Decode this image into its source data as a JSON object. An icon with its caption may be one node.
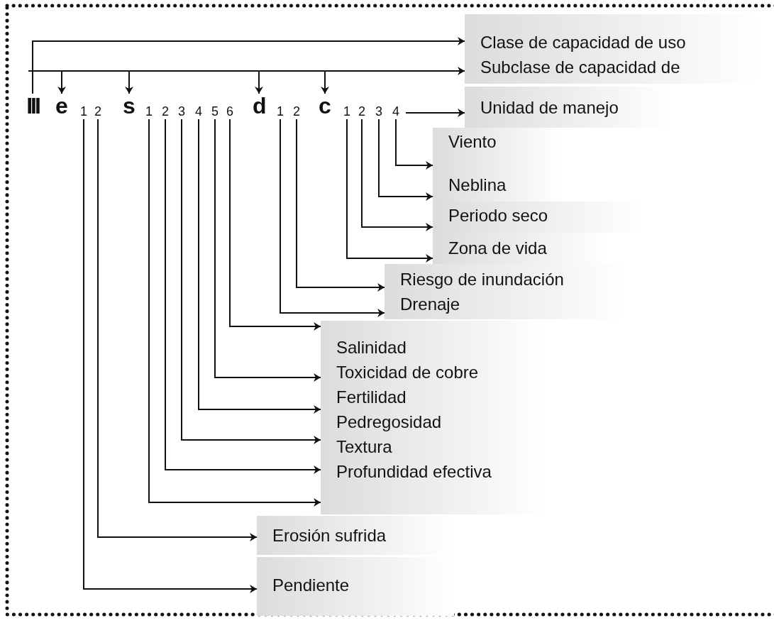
{
  "diagram": {
    "nodes": [
      {
        "text": [
          "Clase de capacidad de uso",
          "Subclase de capacidad de"
        ]
      },
      {
        "text": [
          "III"
        ]
      },
      {
        "text": [
          "e"
        ]
      },
      {
        "text": [
          "1"
        ]
      },
      {
        "text": [
          "2"
        ]
      },
      {
        "text": [
          "s"
        ]
      },
      {
        "text": [
          "1"
        ]
      },
      {
        "text": [
          "2"
        ]
      },
      {
        "text": [
          "3"
        ]
      },
      {
        "text": [
          "4"
        ]
      },
      {
        "text": [
          "5"
        ]
      },
      {
        "text": [
          "6"
        ]
      },
      {
        "text": [
          "d"
        ]
      },
      {
        "text": [
          "1"
        ]
      },
      {
        "text": [
          "2"
        ]
      },
      {
        "text": [
          "c"
        ]
      },
      {
        "text": [
          "1"
        ]
      },
      {
        "text": [
          "2"
        ]
      },
      {
        "text": [
          "3"
        ]
      },
      {
        "text": [
          "4"
        ]
      },
      {
        "text": [
          "Unidad de manejo"
        ]
      },
      {
        "text": [
          "Viento"
        ]
      },
      {
        "text": [
          "Neblina"
        ]
      },
      {
        "text": [
          "Periodo seco"
        ]
      },
      {
        "text": [
          "Zona de vida"
        ]
      },
      {
        "text": [
          "Riesgo de inundación",
          "Drenaje"
        ]
      },
      {
        "text": [
          "Salinidad",
          "Toxicidad de cobre",
          "Fertilidad",
          "Pedregosidad",
          "Textura",
          "Profundidad efectiva"
        ]
      },
      {
        "text": [
          "Erosión sufrida"
        ]
      },
      {
        "text": [
          "Pendiente"
        ]
      }
    ],
    "edges": [
      {
        "from": 1,
        "to": 0,
        "arrow": "to"
      },
      {
        "from": null,
        "to": 0,
        "arrow": "to"
      },
      {
        "from": null,
        "to": 2,
        "arrow": "to"
      },
      {
        "from": null,
        "to": 5,
        "arrow": "to"
      },
      {
        "from": null,
        "to": 12,
        "arrow": "to"
      },
      {
        "from": null,
        "to": 15,
        "arrow": "to"
      },
      {
        "from": 19,
        "to": 20,
        "arrow": "to"
      },
      {
        "from": 19,
        "to": 21,
        "arrow": "to"
      },
      {
        "from": 18,
        "to": 22,
        "arrow": "to"
      },
      {
        "from": 17,
        "to": 23,
        "arrow": "to"
      },
      {
        "from": 16,
        "to": 24,
        "arrow": "to"
      },
      {
        "from": 14,
        "to": 25,
        "arrow": "to"
      },
      {
        "from": 13,
        "to": 25,
        "arrow": "to"
      },
      {
        "from": 11,
        "to": 26,
        "arrow": "to"
      },
      {
        "from": 10,
        "to": 26,
        "arrow": "to"
      },
      {
        "from": 9,
        "to": 26,
        "arrow": "to"
      },
      {
        "from": 8,
        "to": 26,
        "arrow": "to"
      },
      {
        "from": 7,
        "to": 26,
        "arrow": "to"
      },
      {
        "from": 6,
        "to": 26,
        "arrow": "to"
      },
      {
        "from": 4,
        "to": 27,
        "arrow": "to"
      },
      {
        "from": 3,
        "to": 28,
        "arrow": "to"
      }
    ]
  }
}
